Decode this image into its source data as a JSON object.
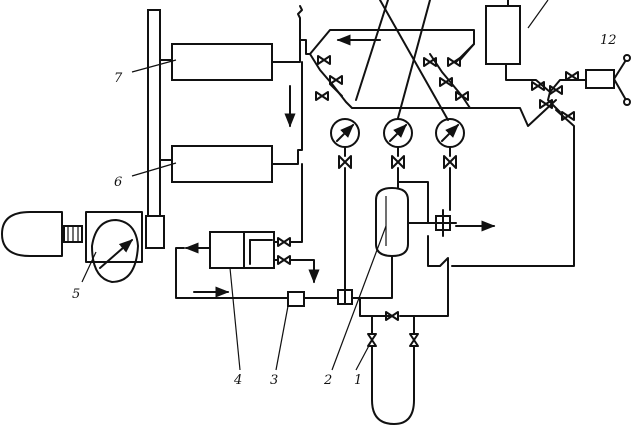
{
  "labels": {
    "l1": "1",
    "l2": "2",
    "l3": "3",
    "l4": "4",
    "l5": "5",
    "l6": "6",
    "l7": "7",
    "l12": "12"
  },
  "gauges": [
    {
      "name": "pressure-gauge-left"
    },
    {
      "name": "pressure-gauge-middle"
    },
    {
      "name": "pressure-gauge-right"
    }
  ]
}
